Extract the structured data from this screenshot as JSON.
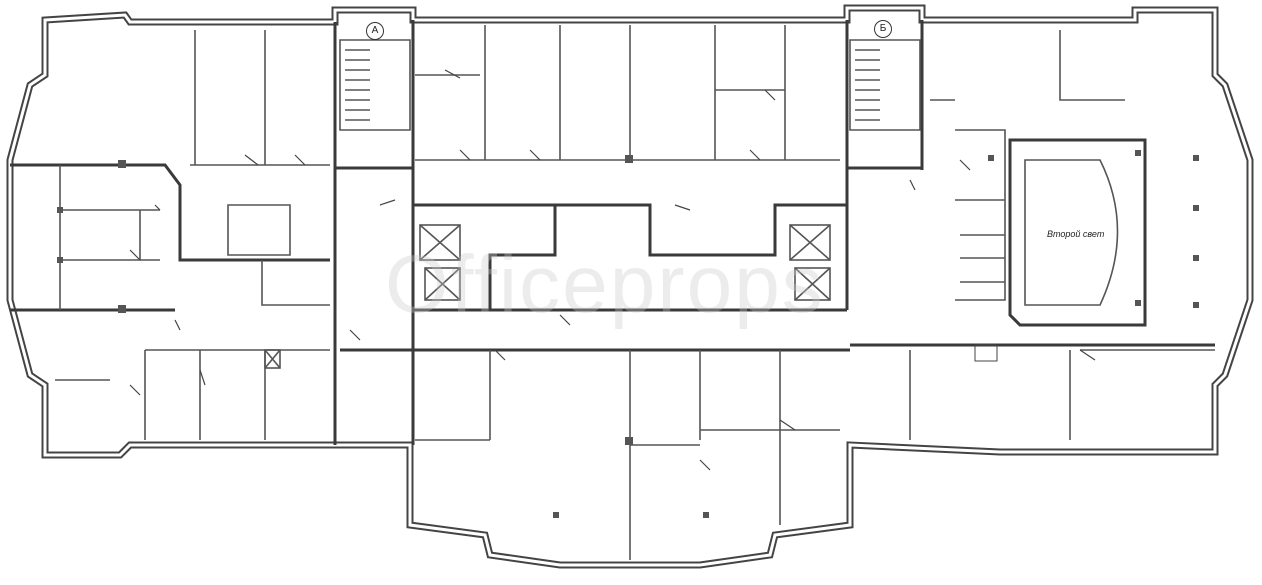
{
  "plan": {
    "axis_labels": [
      "А",
      "Б"
    ],
    "room_label": "Второй свет",
    "watermark": "Officeprops"
  },
  "colors": {
    "wall": "#3a3a3a",
    "background": "#ffffff"
  }
}
